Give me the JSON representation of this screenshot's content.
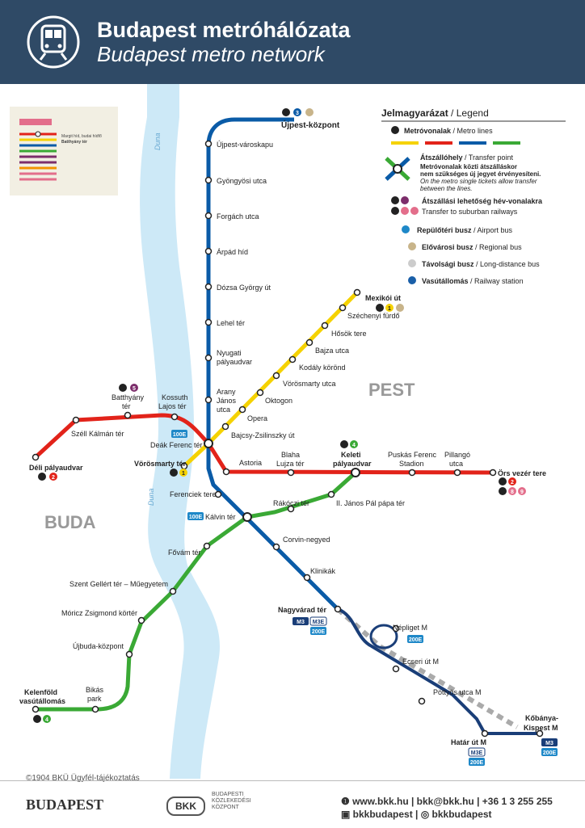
{
  "header": {
    "title_hu": "Budapest metróhálózata",
    "title_en": "Budapest metro network"
  },
  "colors": {
    "header_bg": "#2f4a66",
    "m1": "#f5d200",
    "m2": "#e2231a",
    "m3": "#0a5ba7",
    "m4": "#3aa935",
    "h8_9": "#e36e8b",
    "h5": "#7c2d6b",
    "danube": "#cde9f7"
  },
  "map": {
    "river_labels": [
      "Duna",
      "Duna"
    ],
    "district_buda": "BUDA",
    "district_pest": "PEST",
    "inset": {
      "note_line1": "Margit híd, budai hídfő",
      "note_line2": "Batthyány tér"
    },
    "stations": {
      "ujpest_kozpont": "Újpest-központ",
      "ujpest_varoskapu": "Újpest-városkapu",
      "gyongyosi": "Gyöngyösi utca",
      "forgach": "Forgách utca",
      "arpad_hid": "Árpád híd",
      "dozsa": "Dózsa György út",
      "lehel": "Lehel tér",
      "nyugati_1": "Nyugati",
      "nyugati_2": "pályaudvar",
      "arany_1": "Arany",
      "arany_2": "János",
      "arany_3": "utca",
      "mexikoi": "Mexikói út",
      "szechenyi": "Széchenyi fürdő",
      "hosok": "Hősök tere",
      "bajza": "Bajza utca",
      "kodaly": "Kodály körönd",
      "vorosmarty_utca": "Vörösmarty utca",
      "oktogon": "Oktogon",
      "opera": "Opera",
      "bajcsy": "Bajcsy-Zsilinszky út",
      "batthyany_1": "Batthyány",
      "batthyany_2": "tér",
      "kossuth_1": "Kossuth",
      "kossuth_2": "Lajos tér",
      "szell": "Széll Kálmán tér",
      "deli": "Déli pályaudvar",
      "deak": "Deák Ferenc tér",
      "vorosmarty_ter": "Vörösmarty tér",
      "astoria": "Astoria",
      "blaha_1": "Blaha",
      "blaha_2": "Lujza tér",
      "keleti_1": "Keleti",
      "keleti_2": "pályaudvar",
      "puskas_1": "Puskás Ferenc",
      "puskas_2": "Stadion",
      "pillango_1": "Pillangó",
      "pillango_2": "utca",
      "ors": "Örs vezér tere",
      "ferenciek": "Ferenciek tere",
      "kalvin": "Kálvin tér",
      "rakoczi": "Rákóczi tér",
      "ii_janos": "II. János Pál pápa tér",
      "corvin": "Corvin-negyed",
      "klinikak": "Klinikák",
      "fovam": "Fővám tér",
      "gellert": "Szent Gellért tér – Műegyetem",
      "moricz": "Móricz Zsigmond körtér",
      "ujbuda": "Újbuda-központ",
      "bikas_1": "Bikás",
      "bikas_2": "park",
      "kelenfold_1": "Kelenföld",
      "kelenfold_2": "vasútállomás",
      "nagyvarad": "Nagyvárad tér",
      "nepliget": "Népliget M",
      "ecseri": "Ecseri út M",
      "pottyos": "Pöttyös utca M",
      "hatar": "Határ út M",
      "kobanya_1": "Kőbánya-",
      "kobanya_2": "Kispest M"
    },
    "badges": {
      "m3": "M3",
      "m3e": "M3E",
      "bus_100e": "100E",
      "bus_200e": "200E",
      "l1": "1",
      "l2": "2",
      "l3": "3",
      "l4": "4",
      "h5": "5",
      "h8": "8",
      "h9": "9"
    }
  },
  "legend": {
    "title_hu": "Jelmagyarázat",
    "title_en": "Legend",
    "metro_hu": "Metróvonalak",
    "metro_en": "Metro lines",
    "transfer_hu": "Átszállóhely",
    "transfer_en": "Transfer point",
    "transfer_note1": "Metróvonalak közti átszálláskor",
    "transfer_note2": "nem szükséges új jegyet érvényesíteni.",
    "transfer_note3": "On the metro single tickets allow transfer",
    "transfer_note4": "between the lines.",
    "hev_hu": "Átszállási lehetőség hév-vonalakra",
    "hev_en": "Transfer to suburban railways",
    "airport_hu": "Repülőtéri busz",
    "airport_en": "Airport bus",
    "regional_hu": "Elővárosi busz",
    "regional_en": "Regional bus",
    "longdist_hu": "Távolsági busz",
    "longdist_en": "Long-distance bus",
    "railway_hu": "Vasútállomás",
    "railway_en": "Railway station"
  },
  "footer": {
    "copyright": "©1904 BKÜ Ügyfél-tájékoztatás",
    "budapest": "BUDAPEST",
    "bkk": "BKK",
    "org": "BUDAPESTI KÖZLEKEDÉSI KÖZPONT",
    "contact1": "❶ www.bkk.hu | bkk@bkk.hu | +36 1 3 255 255",
    "contact2": "▣ bkkbudapest | ◎ bkkbudapest"
  }
}
